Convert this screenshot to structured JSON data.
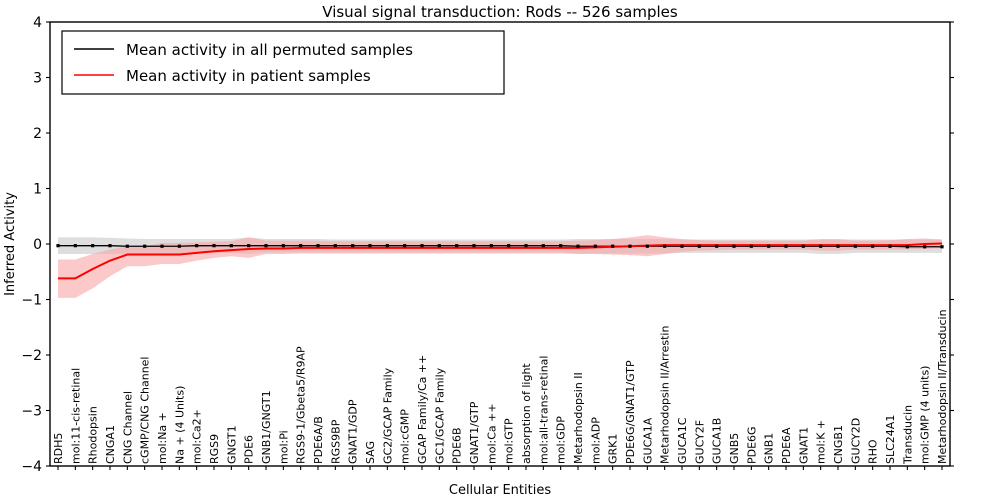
{
  "chart_data": {
    "type": "line",
    "title": "Visual signal transduction: Rods -- 526 samples",
    "xlabel": "Cellular Entities",
    "ylabel": "Inferred Activity",
    "ylim": [
      -4,
      4
    ],
    "yticks": [
      4,
      3,
      2,
      1,
      0,
      -1,
      -2,
      -3,
      -4
    ],
    "ytick_labels": [
      "4",
      "3",
      "2",
      "1",
      "0",
      "−1",
      "−2",
      "−3",
      "−4"
    ],
    "grid": false,
    "legend_position": "upper left",
    "legend": [
      {
        "label": "Mean activity in all permuted samples",
        "color": "#000000"
      },
      {
        "label": "Mean activity in patient samples",
        "color": "#ff0000"
      }
    ],
    "categories": [
      "RDH5",
      "mol:11-cis-retinal",
      "Rhodopsin",
      "CNGA1",
      "CNG Channel",
      "cGMP/CNG Channel",
      "mol:Na +",
      "Na + (4 Units)",
      "mol:Ca2+",
      "RGS9",
      "GNGT1",
      "PDE6",
      "GNB1/GNGT1",
      "mol:Pi",
      "RGS9-1/Gbeta5/R9AP",
      "PDE6A/B",
      "RGS9BP",
      "GNAT1/GDP",
      "SAG",
      "GC2/GCAP Family",
      "mol:cGMP",
      "GCAP Family/Ca ++",
      "GC1/GCAP Family",
      "PDE6B",
      "GNAT1/GTP",
      "mol:Ca ++",
      "mol:GTP",
      "absorption of light",
      "mol:all-trans-retinal",
      "mol:GDP",
      "Metarhodopsin II",
      "mol:ADP",
      "GRK1",
      "PDE6G/GNAT1/GTP",
      "GUCA1A",
      "Metarhodopsin II/Arrestin",
      "GUCA1C",
      "GUCY2F",
      "GUCA1B",
      "GNB5",
      "PDE6G",
      "GNB1",
      "PDE6A",
      "GNAT1",
      "mol:K +",
      "CNGB1",
      "GUCY2D",
      "RHO",
      "SLC24A1",
      "Transducin",
      "mol:GMP (4 units)",
      "Metarhodopsin II/Transducin"
    ],
    "series": [
      {
        "name": "Mean activity in all permuted samples",
        "color": "#000000",
        "band_color": "#d8d8d8",
        "marker": "dotted",
        "values": [
          -0.03,
          -0.03,
          -0.03,
          -0.03,
          -0.04,
          -0.04,
          -0.04,
          -0.04,
          -0.03,
          -0.03,
          -0.03,
          -0.03,
          -0.03,
          -0.03,
          -0.03,
          -0.03,
          -0.03,
          -0.03,
          -0.03,
          -0.03,
          -0.03,
          -0.03,
          -0.03,
          -0.03,
          -0.03,
          -0.03,
          -0.03,
          -0.03,
          -0.03,
          -0.03,
          -0.04,
          -0.04,
          -0.04,
          -0.04,
          -0.04,
          -0.04,
          -0.04,
          -0.04,
          -0.04,
          -0.04,
          -0.04,
          -0.04,
          -0.04,
          -0.04,
          -0.04,
          -0.04,
          -0.04,
          -0.04,
          -0.04,
          -0.05,
          -0.05,
          -0.05
        ],
        "band_upper": [
          0.12,
          0.12,
          0.12,
          0.11,
          0.1,
          0.09,
          0.09,
          0.09,
          0.09,
          0.09,
          0.09,
          0.12,
          0.09,
          0.09,
          0.09,
          0.09,
          0.08,
          0.08,
          0.08,
          0.08,
          0.08,
          0.08,
          0.08,
          0.08,
          0.08,
          0.08,
          0.08,
          0.08,
          0.08,
          0.08,
          0.09,
          0.09,
          0.09,
          0.09,
          0.09,
          0.09,
          0.08,
          0.08,
          0.08,
          0.08,
          0.08,
          0.08,
          0.08,
          0.08,
          0.09,
          0.09,
          0.08,
          0.08,
          0.08,
          0.08,
          0.08,
          0.08
        ],
        "band_lower": [
          -0.18,
          -0.18,
          -0.18,
          -0.18,
          -0.18,
          -0.17,
          -0.17,
          -0.17,
          -0.16,
          -0.16,
          -0.16,
          -0.18,
          -0.15,
          -0.15,
          -0.15,
          -0.15,
          -0.15,
          -0.15,
          -0.15,
          -0.15,
          -0.15,
          -0.15,
          -0.15,
          -0.15,
          -0.15,
          -0.15,
          -0.15,
          -0.15,
          -0.15,
          -0.15,
          -0.17,
          -0.17,
          -0.17,
          -0.17,
          -0.17,
          -0.17,
          -0.16,
          -0.16,
          -0.16,
          -0.16,
          -0.16,
          -0.16,
          -0.16,
          -0.16,
          -0.18,
          -0.18,
          -0.16,
          -0.16,
          -0.16,
          -0.16,
          -0.16,
          -0.16
        ]
      },
      {
        "name": "Mean activity in patient samples",
        "color": "#ff0000",
        "band_color": "#f9a8a8",
        "marker": "none",
        "values": [
          -0.62,
          -0.62,
          -0.45,
          -0.3,
          -0.19,
          -0.19,
          -0.19,
          -0.19,
          -0.16,
          -0.13,
          -0.11,
          -0.09,
          -0.08,
          -0.08,
          -0.07,
          -0.07,
          -0.07,
          -0.07,
          -0.07,
          -0.07,
          -0.07,
          -0.07,
          -0.07,
          -0.07,
          -0.07,
          -0.07,
          -0.07,
          -0.07,
          -0.07,
          -0.07,
          -0.07,
          -0.06,
          -0.05,
          -0.04,
          -0.03,
          -0.02,
          -0.02,
          -0.02,
          -0.02,
          -0.02,
          -0.02,
          -0.02,
          -0.02,
          -0.02,
          -0.02,
          -0.02,
          -0.02,
          -0.02,
          -0.02,
          -0.02,
          0.0,
          0.01
        ],
        "band_upper": [
          -0.28,
          -0.28,
          -0.18,
          -0.1,
          -0.04,
          -0.04,
          0.02,
          0.02,
          0.03,
          0.04,
          0.05,
          0.12,
          0.06,
          0.06,
          0.06,
          0.06,
          0.05,
          0.05,
          0.05,
          0.05,
          0.05,
          0.05,
          0.05,
          0.05,
          0.05,
          0.05,
          0.05,
          0.05,
          0.05,
          0.05,
          0.06,
          0.07,
          0.09,
          0.12,
          0.16,
          0.12,
          0.09,
          0.07,
          0.06,
          0.06,
          0.06,
          0.06,
          0.06,
          0.06,
          0.08,
          0.08,
          0.06,
          0.06,
          0.07,
          0.09,
          0.1,
          0.08
        ],
        "band_lower": [
          -0.97,
          -0.97,
          -0.8,
          -0.58,
          -0.4,
          -0.4,
          -0.36,
          -0.36,
          -0.3,
          -0.25,
          -0.22,
          -0.25,
          -0.18,
          -0.18,
          -0.17,
          -0.17,
          -0.17,
          -0.17,
          -0.17,
          -0.17,
          -0.17,
          -0.17,
          -0.17,
          -0.17,
          -0.17,
          -0.17,
          -0.17,
          -0.17,
          -0.17,
          -0.17,
          -0.18,
          -0.18,
          -0.19,
          -0.2,
          -0.22,
          -0.18,
          -0.14,
          -0.12,
          -0.11,
          -0.1,
          -0.1,
          -0.1,
          -0.1,
          -0.1,
          -0.12,
          -0.12,
          -0.1,
          -0.1,
          -0.1,
          -0.1,
          -0.09,
          -0.07
        ]
      }
    ]
  }
}
